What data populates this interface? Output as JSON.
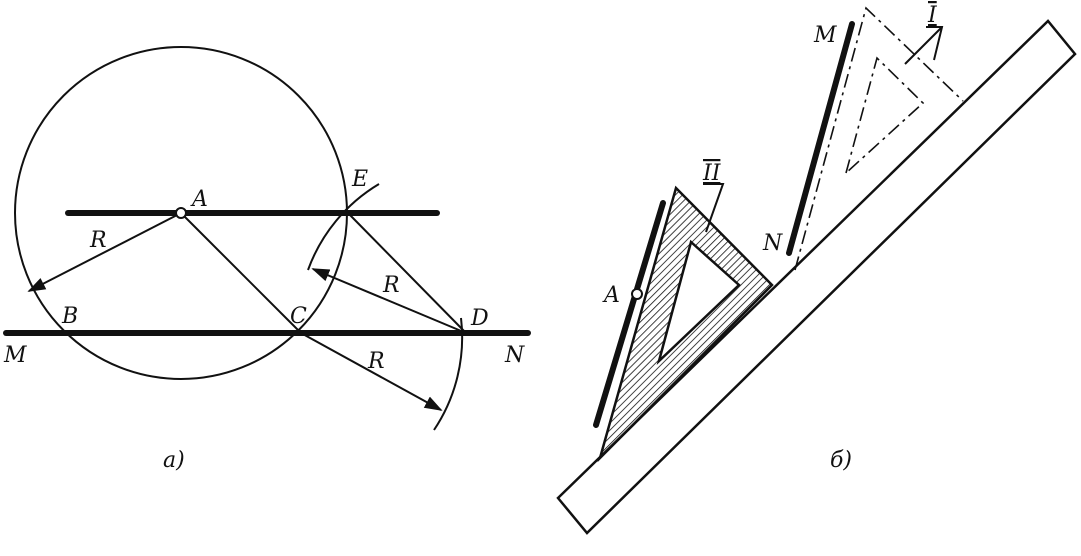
{
  "figure_a": {
    "caption": "а)",
    "points": {
      "A": "A",
      "B": "B",
      "C": "C",
      "D": "D",
      "E": "E"
    },
    "line_labels": {
      "M": "M",
      "N": "N"
    },
    "radius_label": "R"
  },
  "figure_b": {
    "caption": "б)",
    "point_A": "A",
    "line_labels": {
      "M": "M",
      "N": "N"
    },
    "triangle_labels": {
      "first": "I",
      "second": "II"
    }
  }
}
